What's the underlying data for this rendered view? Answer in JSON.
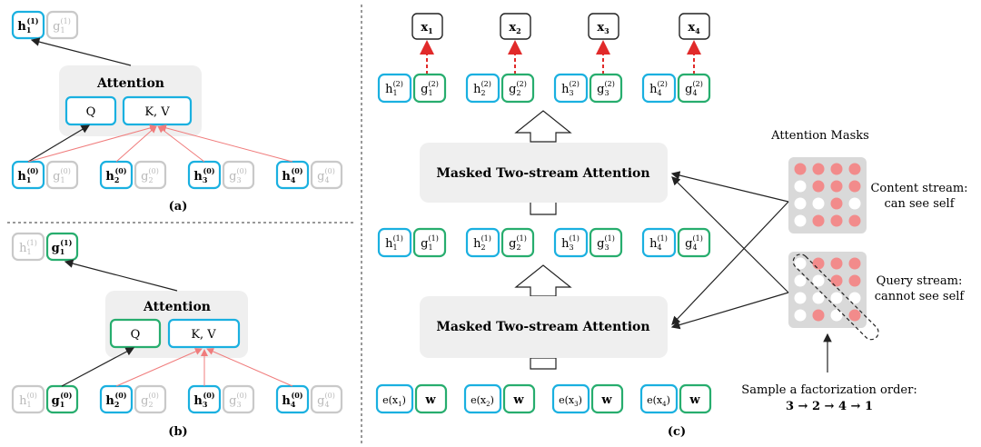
{
  "panel_a": {
    "caption": "(a)",
    "attention_title": "Attention",
    "q_label": "Q",
    "kv_label": "K, V",
    "top": [
      {
        "base": "h",
        "sub": "1",
        "sup": "(1)"
      },
      {
        "base": "g",
        "sub": "1",
        "sup": "(1)"
      }
    ],
    "bottom": [
      {
        "base": "h",
        "sub": "1",
        "sup": "(0)"
      },
      {
        "base": "g",
        "sub": "1",
        "sup": "(0)"
      },
      {
        "base": "h",
        "sub": "2",
        "sup": "(0)"
      },
      {
        "base": "g",
        "sub": "2",
        "sup": "(0)"
      },
      {
        "base": "h",
        "sub": "3",
        "sup": "(0)"
      },
      {
        "base": "g",
        "sub": "3",
        "sup": "(0)"
      },
      {
        "base": "h",
        "sub": "4",
        "sup": "(0)"
      },
      {
        "base": "g",
        "sub": "4",
        "sup": "(0)"
      }
    ]
  },
  "panel_b": {
    "caption": "(b)",
    "attention_title": "Attention",
    "q_label": "Q",
    "kv_label": "K, V",
    "top": [
      {
        "base": "h",
        "sub": "1",
        "sup": "(1)"
      },
      {
        "base": "g",
        "sub": "1",
        "sup": "(1)"
      }
    ],
    "bottom": [
      {
        "base": "h",
        "sub": "1",
        "sup": "(0)"
      },
      {
        "base": "g",
        "sub": "1",
        "sup": "(0)"
      },
      {
        "base": "h",
        "sub": "2",
        "sup": "(0)"
      },
      {
        "base": "g",
        "sub": "2",
        "sup": "(0)"
      },
      {
        "base": "h",
        "sub": "3",
        "sup": "(0)"
      },
      {
        "base": "g",
        "sub": "3",
        "sup": "(0)"
      },
      {
        "base": "h",
        "sub": "4",
        "sup": "(0)"
      },
      {
        "base": "g",
        "sub": "4",
        "sup": "(0)"
      }
    ]
  },
  "panel_c": {
    "caption": "(c)",
    "outputs": [
      "x1",
      "x2",
      "x3",
      "x4"
    ],
    "output_base": "x",
    "layer2": [
      [
        {
          "base": "h",
          "sub": "1",
          "sup": "(2)"
        },
        {
          "base": "g",
          "sub": "1",
          "sup": "(2)"
        }
      ],
      [
        {
          "base": "h",
          "sub": "2",
          "sup": "(2)"
        },
        {
          "base": "g",
          "sub": "2",
          "sup": "(2)"
        }
      ],
      [
        {
          "base": "h",
          "sub": "3",
          "sup": "(2)"
        },
        {
          "base": "g",
          "sub": "3",
          "sup": "(2)"
        }
      ],
      [
        {
          "base": "h",
          "sub": "4",
          "sup": "(2)"
        },
        {
          "base": "g",
          "sub": "4",
          "sup": "(2)"
        }
      ]
    ],
    "layer1": [
      [
        {
          "base": "h",
          "sub": "1",
          "sup": "(1)"
        },
        {
          "base": "g",
          "sub": "1",
          "sup": "(1)"
        }
      ],
      [
        {
          "base": "h",
          "sub": "2",
          "sup": "(1)"
        },
        {
          "base": "g",
          "sub": "2",
          "sup": "(1)"
        }
      ],
      [
        {
          "base": "h",
          "sub": "3",
          "sup": "(1)"
        },
        {
          "base": "g",
          "sub": "3",
          "sup": "(1)"
        }
      ],
      [
        {
          "base": "h",
          "sub": "4",
          "sup": "(1)"
        },
        {
          "base": "g",
          "sub": "4",
          "sup": "(1)"
        }
      ]
    ],
    "inputs": [
      {
        "e": "e(x",
        "sub": "1",
        "close": ")",
        "w": "w"
      },
      {
        "e": "e(x",
        "sub": "2",
        "close": ")",
        "w": "w"
      },
      {
        "e": "e(x",
        "sub": "3",
        "close": ")",
        "w": "w"
      },
      {
        "e": "e(x",
        "sub": "4",
        "close": ")",
        "w": "w"
      }
    ],
    "block_label": "Masked Two-stream Attention",
    "masks_title": "Attention Masks",
    "content_stream": [
      "Content stream:",
      "can see self"
    ],
    "query_stream": [
      "Query stream:",
      "cannot see self"
    ],
    "sample_text": [
      "Sample a factorization order:",
      "3 → 2 → 4 → 1"
    ],
    "content_mask": [
      [
        1,
        1,
        1,
        1
      ],
      [
        0,
        1,
        1,
        1
      ],
      [
        0,
        0,
        1,
        0
      ],
      [
        0,
        1,
        1,
        1
      ]
    ],
    "query_mask": [
      [
        0,
        1,
        1,
        1
      ],
      [
        0,
        0,
        1,
        1
      ],
      [
        0,
        0,
        0,
        0
      ],
      [
        0,
        1,
        0,
        1
      ]
    ]
  },
  "colors": {
    "hidden": "#1ab0e0",
    "query": "#27ad6e",
    "mask_on": "#f28b8b",
    "mask_off": "#ffffff",
    "mask_bg": "#d9d9d9",
    "red_arrow": "#f07c7c",
    "dashed": "#e12a2a"
  }
}
